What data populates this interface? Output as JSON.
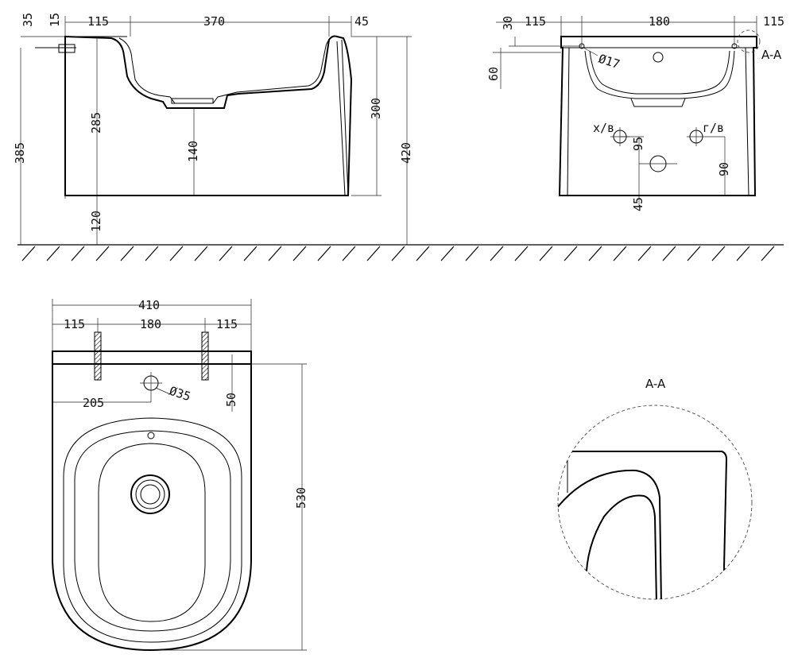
{
  "side_view": {
    "dims": {
      "top_left": "115",
      "top_mid": "370",
      "top_right": "45",
      "rim": "35",
      "rim_small": "15",
      "depth_285": "285",
      "depth_140": "140",
      "height_300": "300",
      "height_420": "420",
      "height_385": "385",
      "floor_120": "120"
    }
  },
  "rear_view": {
    "dims": {
      "top_left": "115",
      "top_mid": "180",
      "top_right": "115",
      "height_30": "30",
      "height_60": "60",
      "hole": "Ø17",
      "cold": "х/в",
      "hot": "г/в",
      "dim_95": "95",
      "dim_90": "90",
      "dim_45": "45"
    },
    "section_label": "A-A"
  },
  "plan_view": {
    "dims": {
      "width_410": "410",
      "left_115": "115",
      "mid_180": "180",
      "right_115": "115",
      "hole": "Ø35",
      "dim_205": "205",
      "dim_50": "50",
      "depth_530": "530"
    }
  },
  "detail": {
    "title": "A-A"
  }
}
